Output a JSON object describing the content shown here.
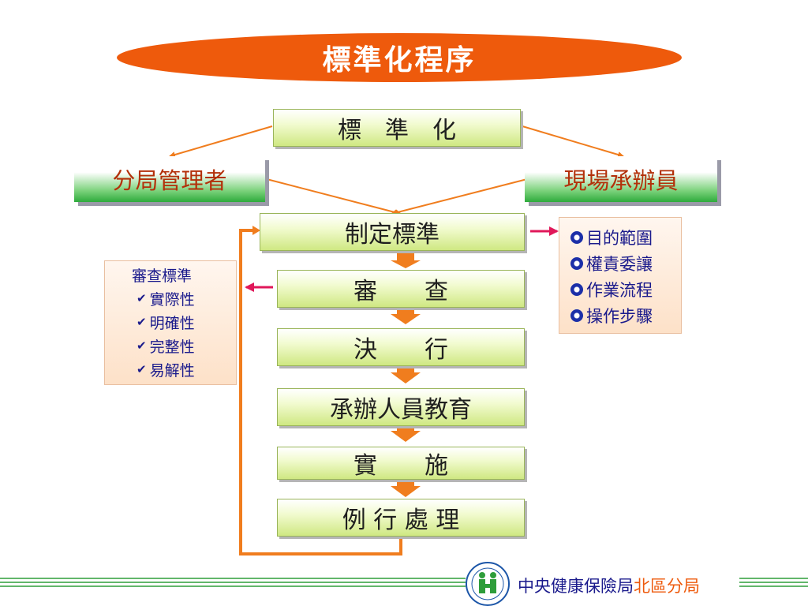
{
  "title": "標準化程序",
  "top_box": "標　準　化",
  "roles": {
    "left": "分局管理者",
    "right": "現場承辦員"
  },
  "steps": [
    "制定標準",
    "審　　查",
    "決　　行",
    "承辦人員教育",
    "實　　施",
    "例 行 處 理"
  ],
  "review_box": {
    "heading": "審查標準",
    "items": [
      "實際性",
      "明確性",
      "完整性",
      "易解性"
    ]
  },
  "define_box": {
    "items": [
      "目的範圍",
      "權責委讓",
      "作業流程",
      "操作步驟"
    ]
  },
  "footer": {
    "org": "中央健康保險局",
    "branch": "北區分局"
  },
  "colors": {
    "accent": "#ee5a0c",
    "arrow": "#f07d1e",
    "magenta": "#e0185a",
    "text_blue": "#1a1a8c",
    "footer_line": "#2e9d3a"
  },
  "icons": {
    "bullet": "flower-bullet-icon",
    "check": "check-icon",
    "logo": "nhi-logo-icon"
  }
}
